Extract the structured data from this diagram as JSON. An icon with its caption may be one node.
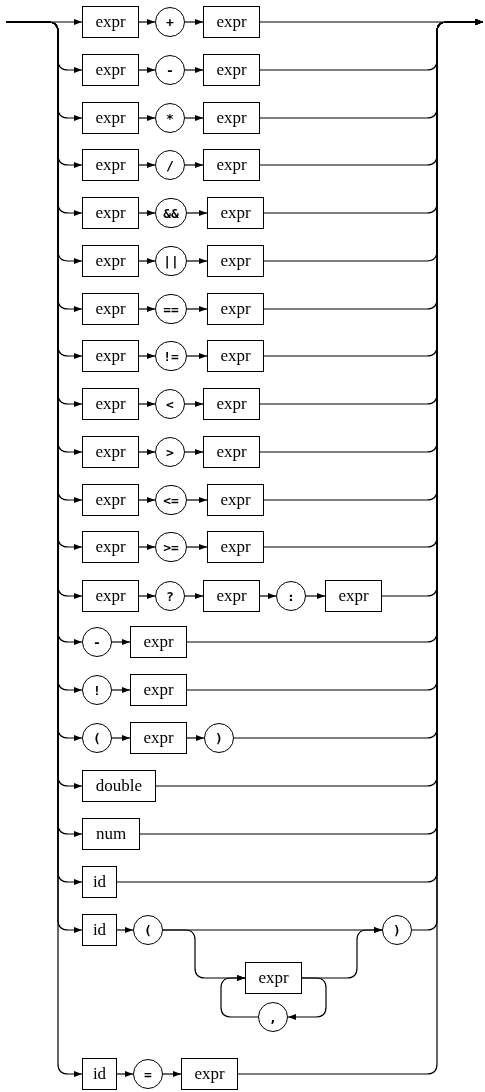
{
  "diagram": {
    "nodes": [
      {
        "text": [
          "expr"
        ]
      },
      {
        "text": [
          "+"
        ]
      },
      {
        "text": [
          "expr"
        ]
      },
      {
        "text": [
          "expr"
        ]
      },
      {
        "text": [
          "-"
        ]
      },
      {
        "text": [
          "expr"
        ]
      },
      {
        "text": [
          "expr"
        ]
      },
      {
        "text": [
          "*"
        ]
      },
      {
        "text": [
          "expr"
        ]
      },
      {
        "text": [
          "expr"
        ]
      },
      {
        "text": [
          "/"
        ]
      },
      {
        "text": [
          "expr"
        ]
      },
      {
        "text": [
          "expr"
        ]
      },
      {
        "text": [
          "&&"
        ]
      },
      {
        "text": [
          "expr"
        ]
      },
      {
        "text": [
          "expr"
        ]
      },
      {
        "text": [
          "||"
        ]
      },
      {
        "text": [
          "expr"
        ]
      },
      {
        "text": [
          "expr"
        ]
      },
      {
        "text": [
          "=="
        ]
      },
      {
        "text": [
          "expr"
        ]
      },
      {
        "text": [
          "expr"
        ]
      },
      {
        "text": [
          "!="
        ]
      },
      {
        "text": [
          "expr"
        ]
      },
      {
        "text": [
          "expr"
        ]
      },
      {
        "text": [
          "<"
        ]
      },
      {
        "text": [
          "expr"
        ]
      },
      {
        "text": [
          "expr"
        ]
      },
      {
        "text": [
          ">"
        ]
      },
      {
        "text": [
          "expr"
        ]
      },
      {
        "text": [
          "expr"
        ]
      },
      {
        "text": [
          "<="
        ]
      },
      {
        "text": [
          "expr"
        ]
      },
      {
        "text": [
          "expr"
        ]
      },
      {
        "text": [
          ">="
        ]
      },
      {
        "text": [
          "expr"
        ]
      },
      {
        "text": [
          "expr"
        ]
      },
      {
        "text": [
          "?"
        ]
      },
      {
        "text": [
          "expr"
        ]
      },
      {
        "text": [
          ":"
        ]
      },
      {
        "text": [
          "expr"
        ]
      },
      {
        "text": [
          "-"
        ]
      },
      {
        "text": [
          "expr"
        ]
      },
      {
        "text": [
          "!"
        ]
      },
      {
        "text": [
          "expr"
        ]
      },
      {
        "text": [
          "("
        ]
      },
      {
        "text": [
          "expr"
        ]
      },
      {
        "text": [
          ")"
        ]
      },
      {
        "text": [
          "double"
        ]
      },
      {
        "text": [
          "num"
        ]
      },
      {
        "text": [
          "id"
        ]
      },
      {
        "text": [
          "id"
        ]
      },
      {
        "text": [
          "("
        ]
      },
      {
        "text": [
          ")"
        ]
      },
      {
        "text": [
          "expr"
        ]
      },
      {
        "text": [
          ","
        ]
      },
      {
        "text": [
          "id"
        ]
      },
      {
        "text": [
          "="
        ]
      },
      {
        "text": [
          "expr"
        ]
      }
    ],
    "edges": [
      {
        "from": null,
        "to": 0,
        "arrow": "to"
      },
      {
        "from": 0,
        "to": 1,
        "arrow": "to"
      },
      {
        "from": 1,
        "to": 2,
        "arrow": "to"
      },
      {
        "from": 2,
        "to": null,
        "arrow": "to"
      },
      {
        "from": null,
        "to": 3,
        "arrow": "to"
      },
      {
        "from": 3,
        "to": 4,
        "arrow": "to"
      },
      {
        "from": 4,
        "to": 5,
        "arrow": "to"
      },
      {
        "from": 5,
        "to": null,
        "arrow": "to"
      },
      {
        "from": null,
        "to": 6,
        "arrow": "to"
      },
      {
        "from": 6,
        "to": 7,
        "arrow": "to"
      },
      {
        "from": 7,
        "to": 8,
        "arrow": "to"
      },
      {
        "from": 8,
        "to": null,
        "arrow": "to"
      },
      {
        "from": null,
        "to": 9,
        "arrow": "to"
      },
      {
        "from": 9,
        "to": 10,
        "arrow": "to"
      },
      {
        "from": 10,
        "to": 11,
        "arrow": "to"
      },
      {
        "from": 11,
        "to": null,
        "arrow": "to"
      },
      {
        "from": null,
        "to": 12,
        "arrow": "to"
      },
      {
        "from": 12,
        "to": 13,
        "arrow": "to"
      },
      {
        "from": 13,
        "to": 14,
        "arrow": "to"
      },
      {
        "from": 14,
        "to": null,
        "arrow": "to"
      },
      {
        "from": null,
        "to": 15,
        "arrow": "to"
      },
      {
        "from": 15,
        "to": 16,
        "arrow": "to"
      },
      {
        "from": 16,
        "to": 17,
        "arrow": "to"
      },
      {
        "from": 17,
        "to": null,
        "arrow": "to"
      },
      {
        "from": null,
        "to": 18,
        "arrow": "to"
      },
      {
        "from": 18,
        "to": 19,
        "arrow": "to"
      },
      {
        "from": 19,
        "to": 20,
        "arrow": "to"
      },
      {
        "from": 20,
        "to": null,
        "arrow": "to"
      },
      {
        "from": null,
        "to": 21,
        "arrow": "to"
      },
      {
        "from": 21,
        "to": 22,
        "arrow": "to"
      },
      {
        "from": 22,
        "to": 23,
        "arrow": "to"
      },
      {
        "from": 23,
        "to": null,
        "arrow": "to"
      },
      {
        "from": null,
        "to": 24,
        "arrow": "to"
      },
      {
        "from": 24,
        "to": 25,
        "arrow": "to"
      },
      {
        "from": 25,
        "to": 26,
        "arrow": "to"
      },
      {
        "from": 26,
        "to": null,
        "arrow": "to"
      },
      {
        "from": null,
        "to": 27,
        "arrow": "to"
      },
      {
        "from": 27,
        "to": 28,
        "arrow": "to"
      },
      {
        "from": 28,
        "to": 29,
        "arrow": "to"
      },
      {
        "from": 29,
        "to": null,
        "arrow": "to"
      },
      {
        "from": null,
        "to": 30,
        "arrow": "to"
      },
      {
        "from": 30,
        "to": 31,
        "arrow": "to"
      },
      {
        "from": 31,
        "to": 32,
        "arrow": "to"
      },
      {
        "from": 32,
        "to": null,
        "arrow": "to"
      },
      {
        "from": null,
        "to": 33,
        "arrow": "to"
      },
      {
        "from": 33,
        "to": 34,
        "arrow": "to"
      },
      {
        "from": 34,
        "to": 35,
        "arrow": "to"
      },
      {
        "from": 35,
        "to": null,
        "arrow": "to"
      },
      {
        "from": null,
        "to": 36,
        "arrow": "to"
      },
      {
        "from": 36,
        "to": 37,
        "arrow": "to"
      },
      {
        "from": 37,
        "to": 38,
        "arrow": "to"
      },
      {
        "from": 38,
        "to": 39,
        "arrow": "to"
      },
      {
        "from": 39,
        "to": 40,
        "arrow": "to"
      },
      {
        "from": 40,
        "to": null,
        "arrow": "to"
      },
      {
        "from": null,
        "to": 41,
        "arrow": "to"
      },
      {
        "from": 41,
        "to": 42,
        "arrow": "to"
      },
      {
        "from": 42,
        "to": null,
        "arrow": "to"
      },
      {
        "from": null,
        "to": 43,
        "arrow": "to"
      },
      {
        "from": 43,
        "to": 44,
        "arrow": "to"
      },
      {
        "from": 44,
        "to": null,
        "arrow": "to"
      },
      {
        "from": null,
        "to": 45,
        "arrow": "to"
      },
      {
        "from": 45,
        "to": 46,
        "arrow": "to"
      },
      {
        "from": 46,
        "to": 47,
        "arrow": "to"
      },
      {
        "from": 47,
        "to": null,
        "arrow": "to"
      },
      {
        "from": null,
        "to": 48,
        "arrow": "to"
      },
      {
        "from": 48,
        "to": null,
        "arrow": "to"
      },
      {
        "from": null,
        "to": 49,
        "arrow": "to"
      },
      {
        "from": 49,
        "to": null,
        "arrow": "to"
      },
      {
        "from": null,
        "to": 50,
        "arrow": "to"
      },
      {
        "from": 50,
        "to": null,
        "arrow": "to"
      },
      {
        "from": null,
        "to": 51,
        "arrow": "to"
      },
      {
        "from": 51,
        "to": 52,
        "arrow": "to"
      },
      {
        "from": 52,
        "to": 53,
        "arrow": "to"
      },
      {
        "from": 52,
        "to": 54,
        "arrow": "to"
      },
      {
        "from": 54,
        "to": 53,
        "arrow": "to"
      },
      {
        "from": 54,
        "to": 55,
        "arrow": "to"
      },
      {
        "from": 55,
        "to": 54,
        "arrow": "to"
      },
      {
        "from": 53,
        "to": null,
        "arrow": "to"
      },
      {
        "from": null,
        "to": 56,
        "arrow": "to"
      },
      {
        "from": 56,
        "to": 57,
        "arrow": "to"
      },
      {
        "from": 57,
        "to": 58,
        "arrow": "to"
      },
      {
        "from": 58,
        "to": null,
        "arrow": "to"
      }
    ]
  }
}
